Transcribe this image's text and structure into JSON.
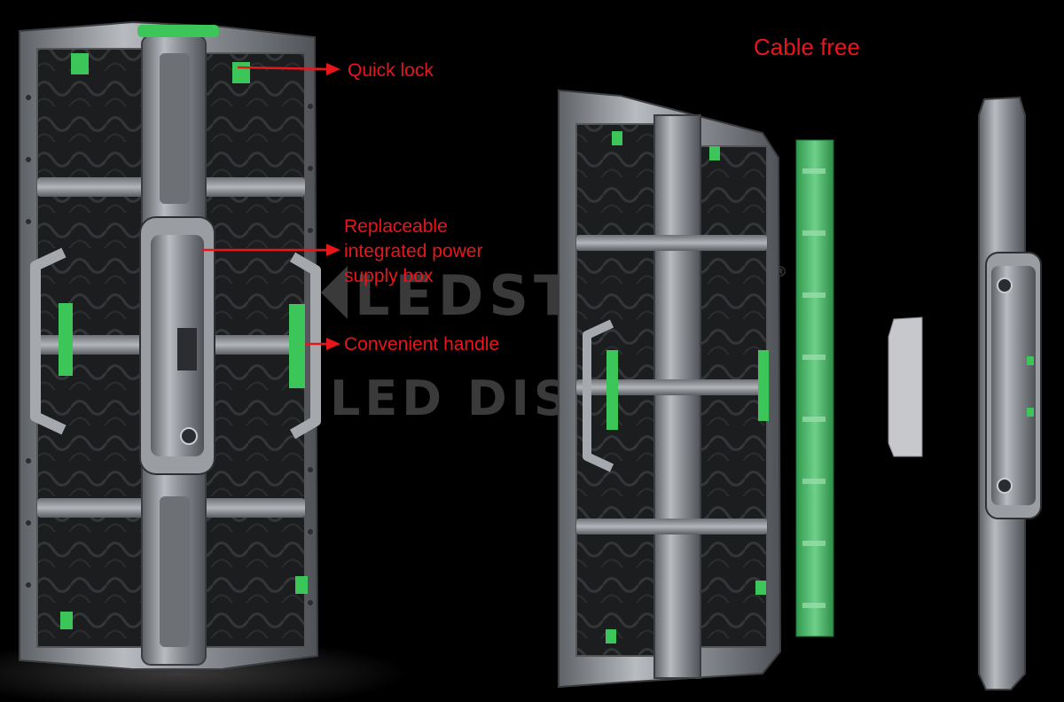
{
  "callouts": {
    "quick_lock": "Quick lock",
    "power_box": [
      "Replaceable",
      "integrated power",
      "supply box"
    ],
    "handle": "Convenient handle",
    "cable_free": "Cable free"
  },
  "watermark": {
    "brand": "LEDSTAR",
    "registered": "®",
    "tagline": "LED DISPLAY"
  },
  "colors": {
    "callout_red": "#e8161b",
    "accent_green": "#3cc65a",
    "frame_silver": "#8e9196",
    "background": "#000000"
  }
}
